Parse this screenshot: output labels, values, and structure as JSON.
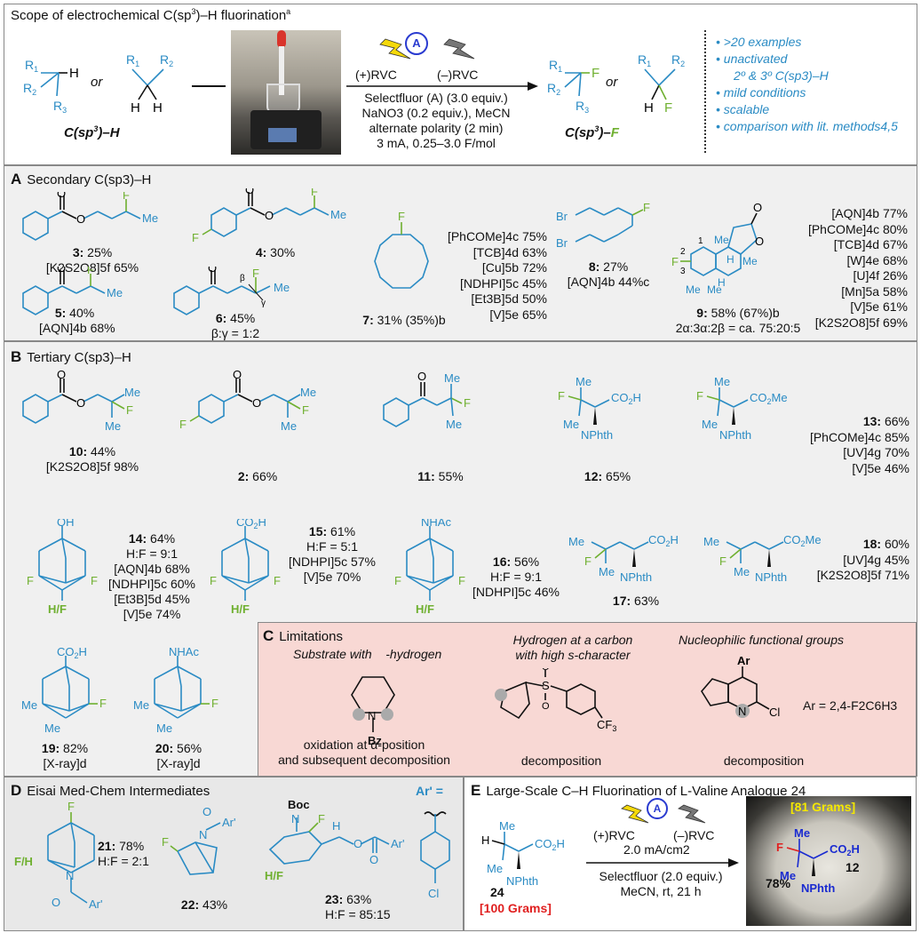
{
  "header": {
    "title": "Scope of electrochemical C(sp",
    "title_sup1": "3",
    "title_mid": ")–H fluorination",
    "title_sup2": "a",
    "start_label_pre": "C(sp",
    "start_label_sup": "3",
    "start_label_post": ")–H",
    "product_label_pre": "C(sp",
    "product_label_sup": "3",
    "product_label_post": ")–",
    "product_label_F": "F",
    "or1": "or",
    "or2": "or",
    "rvc_plus": "(+)RVC",
    "rvc_minus": "(–)RVC",
    "badge": "A",
    "cond_line1": "Selectfluor (A) (3.0 equiv.)",
    "cond_line2": "NaNO3 (0.2 equiv.), MeCN",
    "cond_line3": "alternate polarity (2 min)",
    "cond_line4": "3 mA, 0.25–3.0 F/mol",
    "features": [
      ">20 examples",
      "unactivated",
      "2º & 3º C(sp3)–H",
      "mild conditions",
      "scalable",
      "comparison with lit. methods4,5"
    ]
  },
  "sectionA": {
    "letter": "A",
    "title": "Secondary C(sp3)–H",
    "c3": {
      "num": "3:",
      "yield": "25%",
      "lit": "[K2S2O8]5f 65%"
    },
    "c4": {
      "num": "4:",
      "yield": "30%"
    },
    "c5": {
      "num": "5:",
      "yield": "40%",
      "lit": "[AQN]4b 68%"
    },
    "c6": {
      "num": "6:",
      "yield": "45%",
      "ratio": "β:γ = 1:2"
    },
    "c7": {
      "num": "7:",
      "yield": "31% (35%)b"
    },
    "c7_list": [
      "[PhCOMe]4c 75%",
      "[TCB]4d 63%",
      "[Cu]5b 72%",
      "[NDHPI]5c 45%",
      "[Et3B]5d 50%",
      "[V]5e 65%"
    ],
    "c8": {
      "num": "8:",
      "yield": "27%",
      "lit": "[AQN]4b 44%c"
    },
    "c9": {
      "num": "9:",
      "yield": "58% (67%)b",
      "ratio": "2α:3α:2β = ca. 75:20:5"
    },
    "c9_list": [
      "[AQN]4b 77%",
      "[PhCOMe]4c 80%",
      "[TCB]4d 67%",
      "[W]4e 68%",
      "[U]4f 26%",
      "[Mn]5a 58%",
      "[V]5e 61%",
      "[K2S2O8]5f 69%"
    ]
  },
  "sectionB": {
    "letter": "B",
    "title": "Tertiary C(sp3)–H",
    "c10": {
      "num": "10:",
      "yield": "44%",
      "lit": "[K2S2O8]5f 98%"
    },
    "c2": {
      "num": "2:",
      "yield": "66%"
    },
    "c11": {
      "num": "11:",
      "yield": "55%"
    },
    "c12": {
      "num": "12:",
      "yield": "65%"
    },
    "c13": {
      "num": "13:",
      "yield": "66%",
      "list": [
        "[PhCOMe]4c 85%",
        "[UV]4g 70%",
        "[V]5e 46%"
      ]
    },
    "c14": {
      "num": "14:",
      "yield": "64%",
      "list": [
        "H:F = 9:1",
        "[AQN]4b 68%",
        "[NDHPI]5c 60%",
        "[Et3B]5d 45%",
        "[V]5e 74%"
      ]
    },
    "c15": {
      "num": "15:",
      "yield": "61%",
      "list": [
        "H:F = 5:1",
        "[NDHPI]5c 57%",
        "[V]5e 70%"
      ]
    },
    "c16": {
      "num": "16:",
      "yield": "56%",
      "list": [
        "H:F = 9:1",
        "[NDHPI]5c 46%"
      ]
    },
    "c17": {
      "num": "17:",
      "yield": "63%"
    },
    "c18": {
      "num": "18:",
      "yield": "60%",
      "list": [
        "[UV]4g 45%",
        "[K2S2O8]5f 71%"
      ]
    },
    "c19": {
      "num": "19:",
      "yield": "82%",
      "lit": "[X-ray]d"
    },
    "c20": {
      "num": "20:",
      "yield": "56%",
      "lit": "[X-ray]d"
    }
  },
  "sectionC": {
    "letter": "C",
    "title": "Limitations",
    "h1": "Substrate with    -hydrogen",
    "d1a": "oxidation at α-position",
    "d1b": "and subsequent decomposition",
    "h2a": "Hydrogen at a carbon",
    "h2b": "with high s-character",
    "d2": "decomposition",
    "h3": "Nucleophilic functional groups",
    "d3": "decomposition",
    "ar_def": "Ar = 2,4-F2C6H3"
  },
  "sectionD": {
    "letter": "D",
    "title": "Eisai Med-Chem Intermediates",
    "c21": {
      "num": "21:",
      "yield": "78%",
      "ratio": "H:F = 2:1"
    },
    "c22": {
      "num": "22:",
      "yield": "43%"
    },
    "c23": {
      "num": "23:",
      "yield": "63%",
      "ratio": "H:F = 85:15"
    },
    "ar_label": "Ar' ="
  },
  "sectionE": {
    "letter": "E",
    "title": "Large-Scale C–H Fluorination of L-Valine Analogue 24",
    "sm_num": "24",
    "sm_scale": "[100 Grams]",
    "rvc_plus": "(+)RVC",
    "rvc_minus": "(–)RVC",
    "badge": "A",
    "cond1": "2.0 mA/cm2",
    "cond2": "Selectfluor (2.0 equiv.)",
    "cond3": "MeCN, rt, 21 h",
    "photo_scale": "[81 Grams]",
    "photo_num": "12",
    "photo_yield": "78%"
  },
  "colors": {
    "blue": "#2a8bc4",
    "green": "#6fb030",
    "panel_gray": "#f0f0f0",
    "limit_pink": "#f8d8d4",
    "red": "#e02020"
  }
}
